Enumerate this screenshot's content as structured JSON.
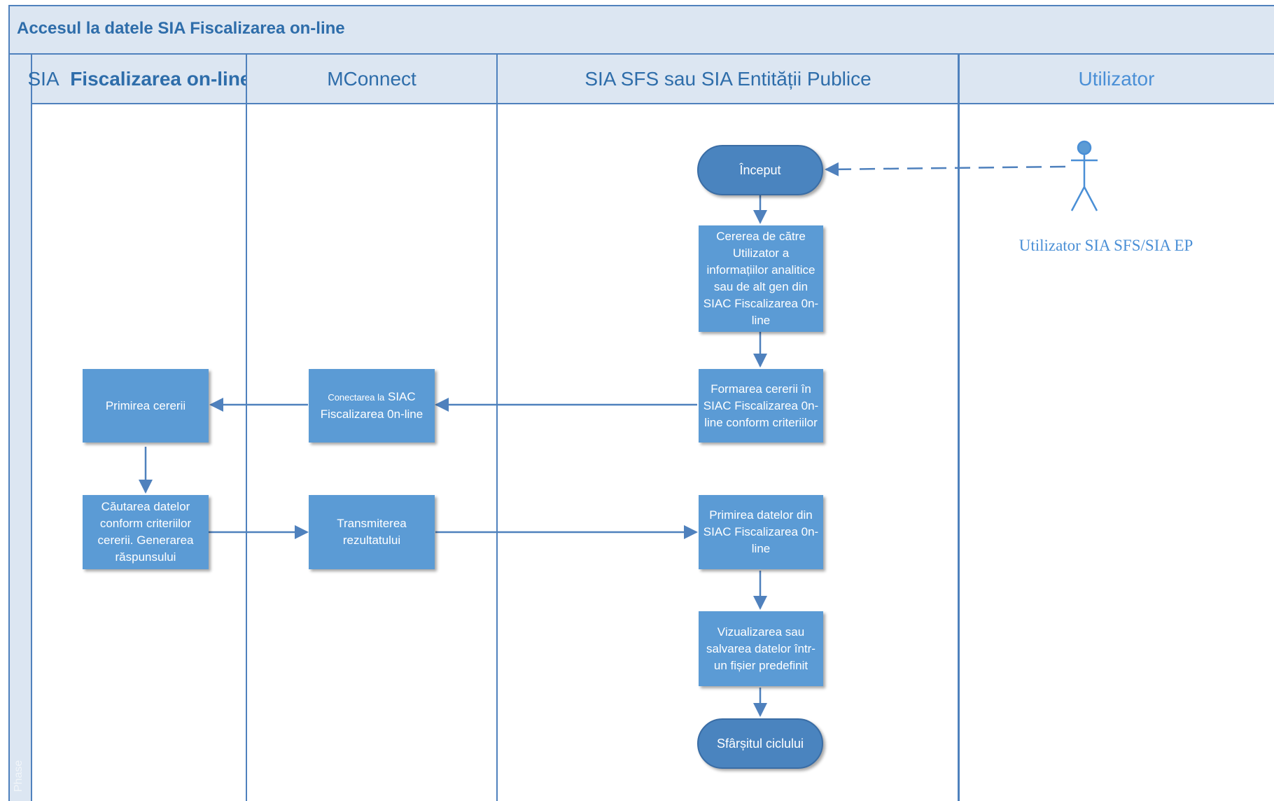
{
  "diagram": {
    "title": "Accesul la datele SIA Fiscalizarea on-line",
    "phase_label": "Phase",
    "lanes": {
      "lane1": {
        "prefix": "SIA",
        "bold": "Fiscalizarea on-line"
      },
      "lane2": {
        "label": "MConnect"
      },
      "lane3": {
        "label": "SIA SFS sau SIA Entității Publice"
      },
      "lane4": {
        "label": "Utilizator"
      }
    },
    "actor": {
      "label": "Utilizator SIA SFS/SIA EP"
    },
    "nodes": {
      "start": "Început",
      "request": "Cererea de către Utilizator a informațiilor analitice sau de alt gen din SIAC Fiscalizarea 0n-line",
      "form_request": "Formarea cererii în SIAC Fiscalizarea 0n-line conform criteriilor",
      "connect_small": "Conectarea la",
      "connect_main": "SIAC Fiscalizarea 0n-line",
      "receive_request": "Primirea cererii",
      "search_data": "Căutarea datelor conform criteriilor cererii. Generarea răspunsului",
      "transmit": "Transmiterea rezultatului",
      "receive_data": "Primirea datelor din SIAC Fiscalizarea 0n-line",
      "visualize": "Vizualizarea sau salvarea datelor într-un fișier predefinit",
      "end": "Sfârșitul ciclului"
    },
    "colors": {
      "box_fill": "#5b9bd5",
      "terminator_fill": "#4a84bf",
      "header_fill": "#dce6f2",
      "line": "#4f81bd",
      "header_text": "#2e6daa",
      "actor": "#4a8fd6"
    }
  }
}
